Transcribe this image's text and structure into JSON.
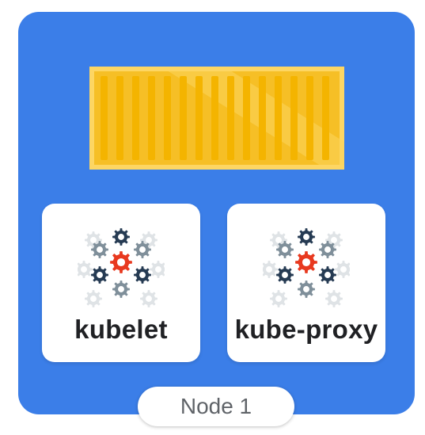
{
  "cards": [
    {
      "label": "kubelet"
    },
    {
      "label": "kube-proxy"
    }
  ],
  "node": {
    "label": "Node 1"
  },
  "colors": {
    "panel": "#3b7ee8",
    "container_fill": "#f4b400",
    "container_light": "#fdd663",
    "gear_dark": "#263b53",
    "gear_gray": "#7f8f9a",
    "gear_accent": "#e8391f"
  },
  "icons": {
    "container": "shipping-container-icon",
    "component": "gear-cluster-icon"
  }
}
